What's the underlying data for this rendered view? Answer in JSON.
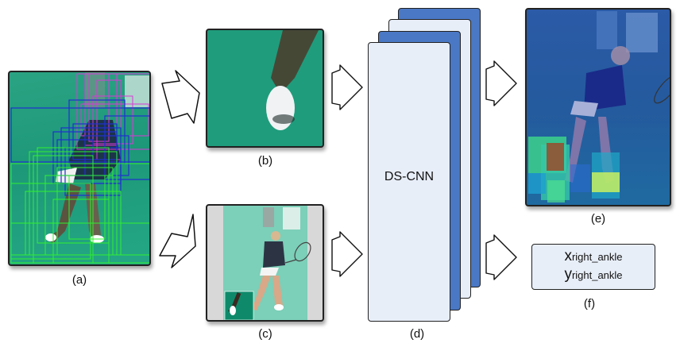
{
  "figure": {
    "panels": {
      "a": {
        "caption": "(a)",
        "description": "badminton player with candidate bounding boxes (magenta, blue, green)"
      },
      "b": {
        "caption": "(b)",
        "description": "cropped close-up of right ankle/shoe"
      },
      "c": {
        "caption": "(c)",
        "description": "full frame with highlighted ankle region"
      },
      "d": {
        "caption": "(d)",
        "label": "DS-CNN"
      },
      "e": {
        "caption": "(e)",
        "description": "heatmap overlay on player"
      },
      "f": {
        "caption": "(f)",
        "x_main": "x",
        "x_sub": "right_ankle",
        "y_main": "y",
        "y_sub": "right_ankle"
      }
    },
    "colors": {
      "court_green": "#1f9c7c",
      "layer_light": "#e8eef8",
      "layer_dark": "#4a78c4",
      "box_magenta": "#d838d8",
      "box_blue": "#2030d0",
      "box_green": "#30f030",
      "heat_blue": "#2a4fa8"
    }
  }
}
